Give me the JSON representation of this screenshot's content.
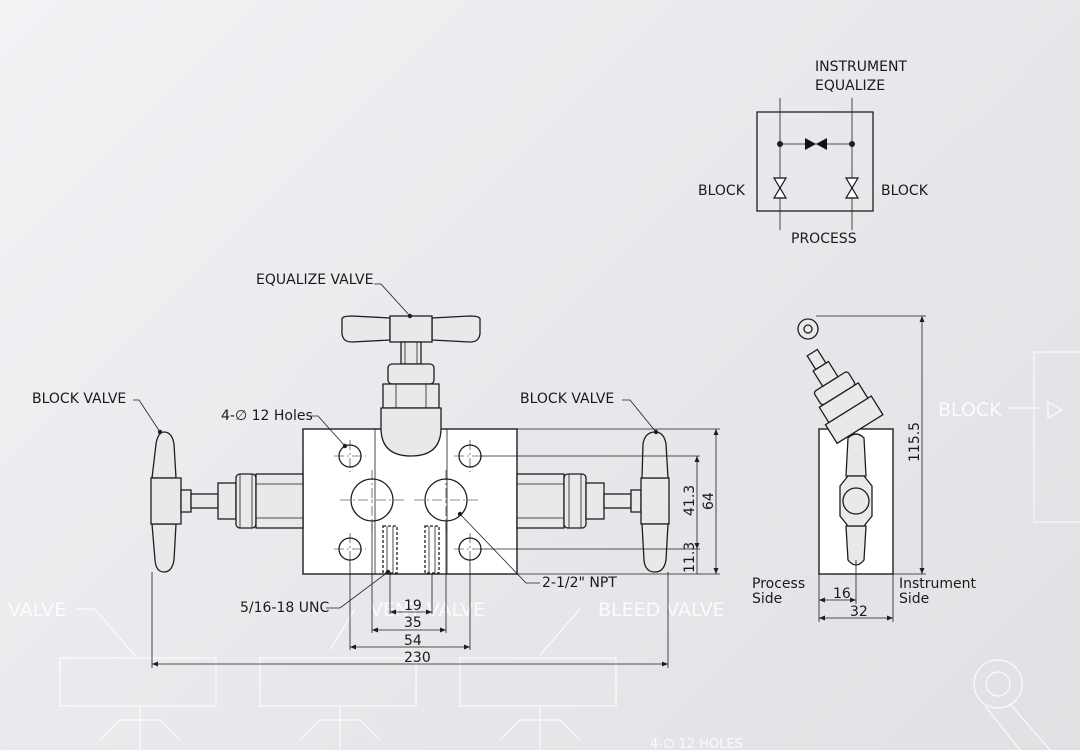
{
  "schematic": {
    "title_line1": "INSTRUMENT",
    "title_line2": "EQUALIZE",
    "block_left": "BLOCK",
    "block_right": "BLOCK",
    "bottom": "PROCESS"
  },
  "front_view": {
    "equalize_valve": "EQUALIZE VALVE",
    "block_valve_left": "BLOCK VALVE",
    "block_valve_right": "BLOCK VALVE",
    "holes": "4-∅ 12 Holes",
    "npt": "2-1/2\" NPT",
    "unc": "5/16-18 UNC",
    "dims": {
      "d19": "19",
      "d35": "35",
      "d54": "54",
      "d230": "230",
      "d41_3": "41.3",
      "d64": "64",
      "d11_3": "11.3"
    }
  },
  "side_view": {
    "process_line1": "Process",
    "process_line2": "Side",
    "instrument_line1": "Instrument",
    "instrument_line2": "Side",
    "dims": {
      "d16": "16",
      "d32": "32",
      "d115_5": "115.5"
    }
  },
  "background": {
    "valve_left": "VALVE",
    "vent_valve": "VENT VALVE",
    "bleed_valve": "BLEED VALVE",
    "block": "BLOCK",
    "holes_faint": "4-∅ 12 HOLES"
  },
  "colors": {
    "background": "#e6e8eb",
    "line": "#1e1e1e",
    "part_fill": "#e9e9e9"
  }
}
